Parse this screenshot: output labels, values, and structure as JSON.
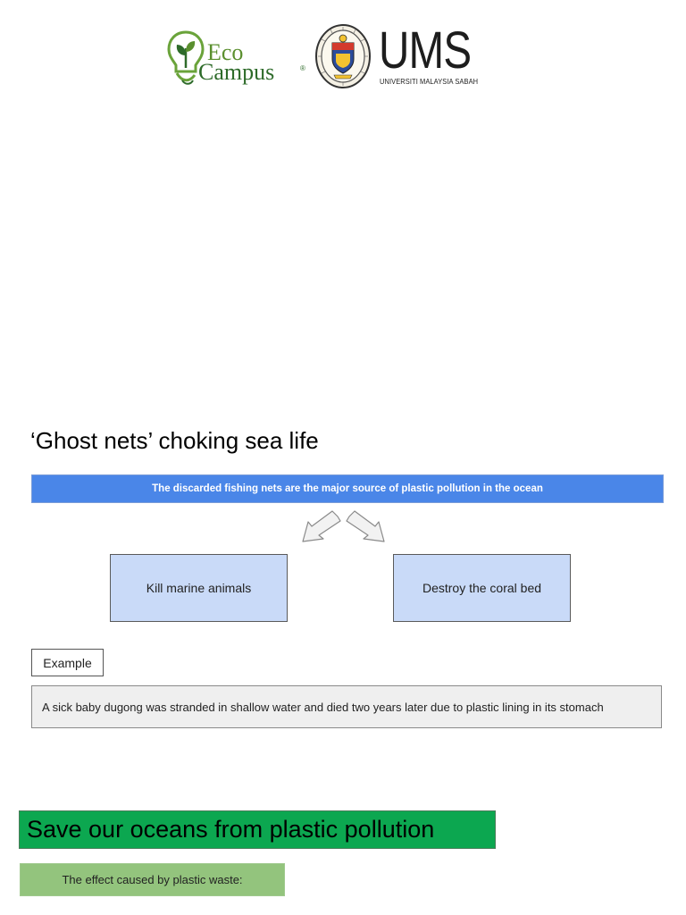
{
  "header": {
    "eco_logo": {
      "line1": "Eco",
      "line2": "Campus",
      "mark": "®"
    },
    "ums_logo": {
      "letters": "UMS",
      "subtitle": "UNIVERSITI MALAYSIA SABAH"
    }
  },
  "title": "‘Ghost nets’ choking sea life",
  "banner": "The discarded fishing nets are the major source of plastic pollution in the ocean",
  "effects": [
    {
      "label": "Kill marine animals"
    },
    {
      "label": "Destroy the coral bed"
    }
  ],
  "example": {
    "label": "Example",
    "text": "A sick baby dugong was stranded in shallow water and died two years later due to plastic lining in its stomach"
  },
  "headline": "Save our oceans from plastic pollution",
  "caption": "The effect caused by plastic waste:",
  "colors": {
    "banner": "#4a86e8",
    "effect_box": "#c9daf8",
    "headline_bg": "#0ca750",
    "caption_bg": "#93c47d",
    "example_bg": "#efefef"
  },
  "icons": [
    "plant-bulb-icon",
    "ums-crest-icon",
    "split-arrows-icon"
  ]
}
